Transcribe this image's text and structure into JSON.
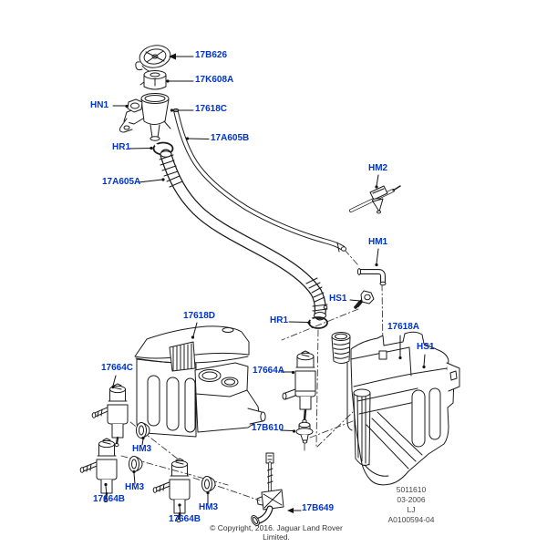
{
  "labels": [
    {
      "id": "17B626",
      "text": "17B626"
    },
    {
      "id": "17K608A",
      "text": "17K608A"
    },
    {
      "id": "HN1",
      "text": "HN1"
    },
    {
      "id": "17618C",
      "text": "17618C"
    },
    {
      "id": "17A605B",
      "text": "17A605B"
    },
    {
      "id": "HR1-upper",
      "text": "HR1"
    },
    {
      "id": "17A605A",
      "text": "17A605A"
    },
    {
      "id": "HM2",
      "text": "HM2"
    },
    {
      "id": "HM1",
      "text": "HM1"
    },
    {
      "id": "HS1-left",
      "text": "HS1"
    },
    {
      "id": "HR1-lower",
      "text": "HR1"
    },
    {
      "id": "17618D",
      "text": "17618D"
    },
    {
      "id": "17618A",
      "text": "17618A"
    },
    {
      "id": "HS1-right",
      "text": "HS1"
    },
    {
      "id": "17664C",
      "text": "17664C"
    },
    {
      "id": "17664A",
      "text": "17664A"
    },
    {
      "id": "17B610",
      "text": "17B610"
    },
    {
      "id": "HM3-1",
      "text": "HM3"
    },
    {
      "id": "HM3-2",
      "text": "HM3"
    },
    {
      "id": "17664B-1",
      "text": "17664B"
    },
    {
      "id": "HM3-3",
      "text": "HM3"
    },
    {
      "id": "17664B-2",
      "text": "17664B"
    },
    {
      "id": "17B649",
      "text": "17B649"
    }
  ],
  "info_block": {
    "lines": [
      "5011610",
      "03-2006",
      "LJ",
      "A0100594-04"
    ]
  },
  "footer": {
    "copyright": "© Copyright, 2016. Jaguar Land Rover Limited."
  },
  "colors": {
    "label_blue": "#0033cc",
    "line": "#1c1c1c"
  }
}
